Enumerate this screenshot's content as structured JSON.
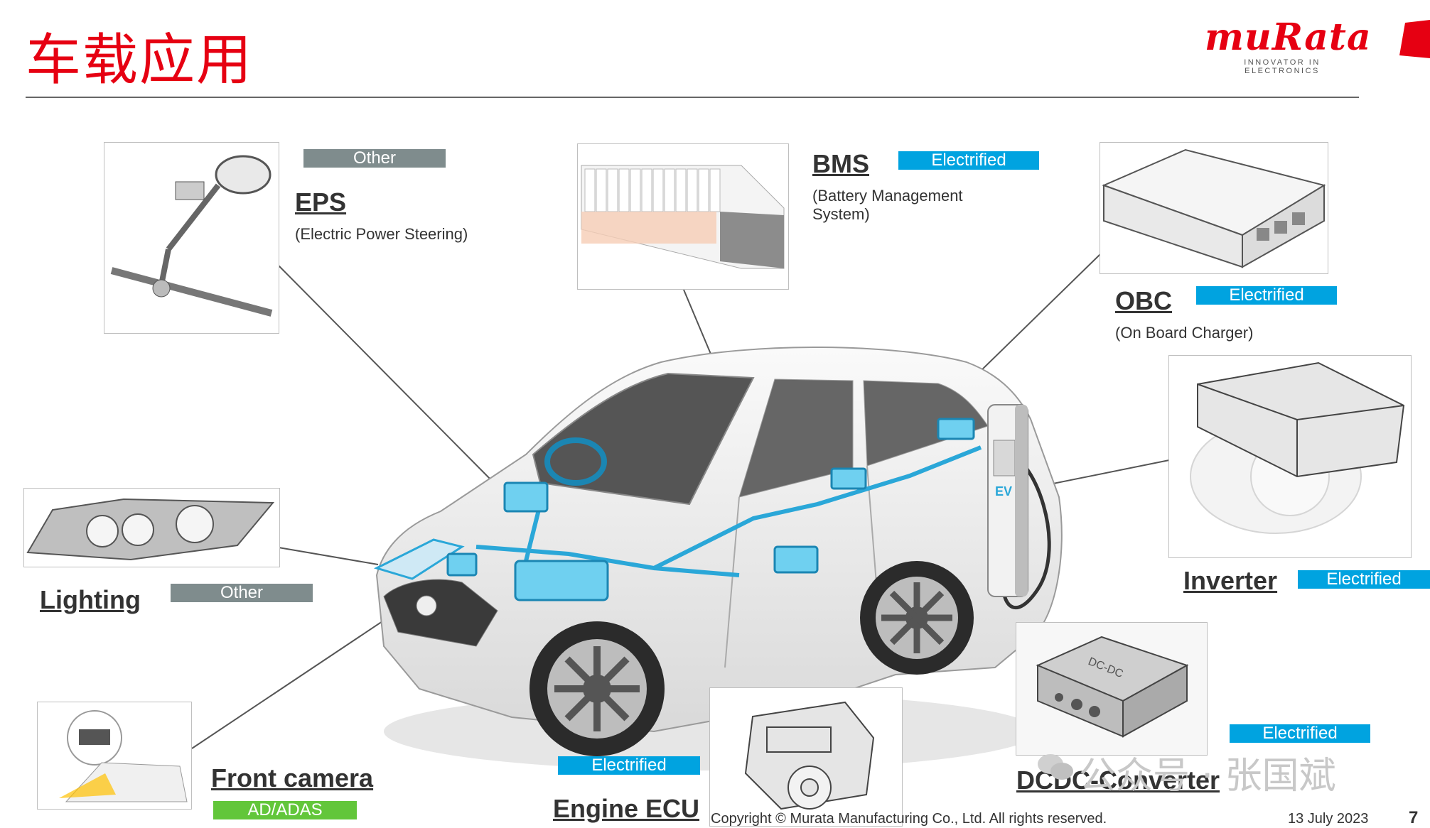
{
  "slide": {
    "title": "车载应用",
    "page_number": "7",
    "date": "13 July 2023",
    "copyright": "Copyright © Murata Manufacturing Co., Ltd. All rights reserved."
  },
  "brand": {
    "name": "muRata",
    "tagline": "INNOVATOR IN ELECTRONICS",
    "color": "#e60012"
  },
  "colors": {
    "other": "#7f8c8d",
    "electrified": "#00a3e0",
    "adas": "#62c63a",
    "harness": "#2aa7d8"
  },
  "components": {
    "eps": {
      "name": "EPS",
      "desc": "(Electric Power Steering)",
      "category": "Other",
      "icon": "steering-assembly"
    },
    "bms": {
      "name": "BMS",
      "desc": "(Battery Management System)",
      "category": "Electrified",
      "icon": "battery-pack"
    },
    "obc": {
      "name": "OBC",
      "desc": "(On Board Charger)",
      "category": "Electrified",
      "icon": "charger-module"
    },
    "inverter": {
      "name": "Inverter",
      "category": "Electrified",
      "icon": "inverter-motor"
    },
    "lighting": {
      "name": "Lighting",
      "category": "Other",
      "icon": "headlamp"
    },
    "front_camera": {
      "name": "Front camera",
      "category": "AD/ADAS",
      "icon": "front-camera"
    },
    "engine_ecu": {
      "name": "Engine ECU",
      "category": "Electrified",
      "icon": "engine"
    },
    "dcdc": {
      "name": "DCDC-Converter",
      "category": "Electrified",
      "icon": "dcdc-box",
      "device_label": "DC-DC"
    }
  },
  "charger": {
    "label": "EV"
  },
  "watermark": {
    "text": "公众号 · 张国斌"
  }
}
